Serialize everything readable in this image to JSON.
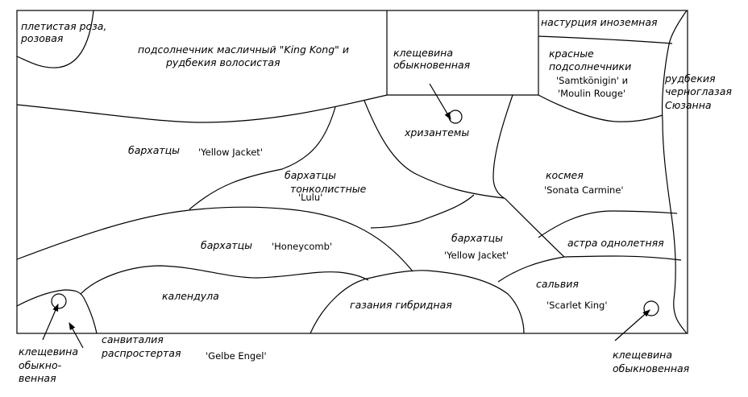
{
  "labels": {
    "rose": [
      "плетистая роза,",
      "розовая"
    ],
    "sunflower": [
      "подсолнечник масличный \"King Kong\" и",
      "рудбекия волосистая"
    ],
    "castor_top": [
      "клещевина",
      "обыкновенная"
    ],
    "nasturtium": "настурция иноземная",
    "red_sunflowers": [
      "красные",
      "подсолнечники"
    ],
    "red_sunflowers_cv": [
      "'Samtkönigin'  и",
      "'Moulin Rouge'"
    ],
    "rudbeckia": [
      "рудбекия",
      "черноглазая",
      "Сюзанна"
    ],
    "chrysanthemums": "хризантемы",
    "marigold_yj1": "бархатцы",
    "marigold_yj1_cv": "'Yellow Jacket'",
    "marigold_lulu": [
      "бархатцы",
      "тонколистные"
    ],
    "marigold_lulu_cv": "'Lulu'",
    "cosmos": "космея",
    "cosmos_cv": "'Sonata Carmine'",
    "marigold_honeycomb": "бархатцы",
    "marigold_honeycomb_cv": "'Honeycomb'",
    "marigold_yj2": "бархатцы",
    "marigold_yj2_cv": "'Yellow Jacket'",
    "aster": "астра однолетняя",
    "calendula": "календула",
    "gazania": "газания гибридная",
    "salvia": "сальвия",
    "salvia_cv": "'Scarlet King'",
    "castor_left": [
      "клещевина",
      "обыкно-",
      "венная"
    ],
    "sanvitalia": [
      "санвиталия",
      "распростертая"
    ],
    "sanvitalia_cv": "'Gelbe Engel'",
    "castor_right": [
      "клещевина",
      "обыкновенная"
    ]
  }
}
